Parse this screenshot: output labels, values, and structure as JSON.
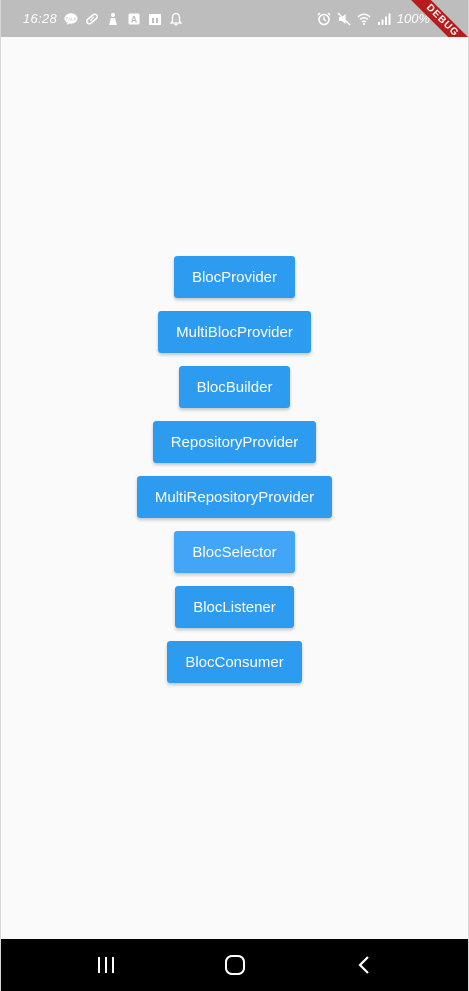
{
  "status_bar": {
    "time": "16:28",
    "battery": "100%",
    "left_icons": [
      "talk-icon",
      "pill-icon",
      "figure-icon",
      "a-icon",
      "store-icon",
      "bell-icon"
    ],
    "right_icons": [
      "alarm-icon",
      "mute-icon",
      "wifi-icon",
      "signal-icon"
    ]
  },
  "debug_banner": "DEBUG",
  "buttons": [
    {
      "label": "BlocProvider"
    },
    {
      "label": "MultiBlocProvider"
    },
    {
      "label": "BlocBuilder"
    },
    {
      "label": "RepositoryProvider"
    },
    {
      "label": "MultiRepositoryProvider"
    },
    {
      "label": "BlocSelector"
    },
    {
      "label": "BlocListener"
    },
    {
      "label": "BlocConsumer"
    }
  ],
  "nav_bar": {
    "items": [
      "recent-apps-icon",
      "home-icon",
      "back-icon"
    ]
  },
  "colors": {
    "button": "#2d9cf0",
    "button_focused": "#42a5f5",
    "status_bar": "#bdbdbd",
    "nav_bar": "#000000",
    "background": "#fafafa",
    "debug": "#b71c1c"
  }
}
